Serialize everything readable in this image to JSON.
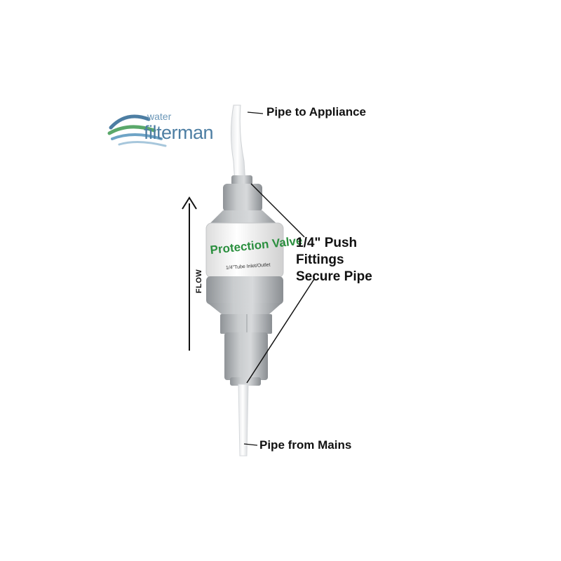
{
  "labels": {
    "pipe_to_appliance": "Pipe to Appliance",
    "pipe_from_mains": "Pipe from Mains",
    "push_fittings_line1": "1/4\" Push",
    "push_fittings_line2": "Fittings",
    "push_fittings_line3": "Secure Pipe",
    "flow": "FLOW"
  },
  "logo": {
    "word1": "water",
    "word2": "filterman"
  },
  "valve": {
    "title": "Protection Valve",
    "subtitle": "1/4\"Tube Inlet/Outlet"
  },
  "colors": {
    "valve_body": "#b9bcbf",
    "valve_label_text": "#2a8f3e",
    "logo_blue": "#4d7ea3",
    "logo_green": "#5aa86a"
  }
}
